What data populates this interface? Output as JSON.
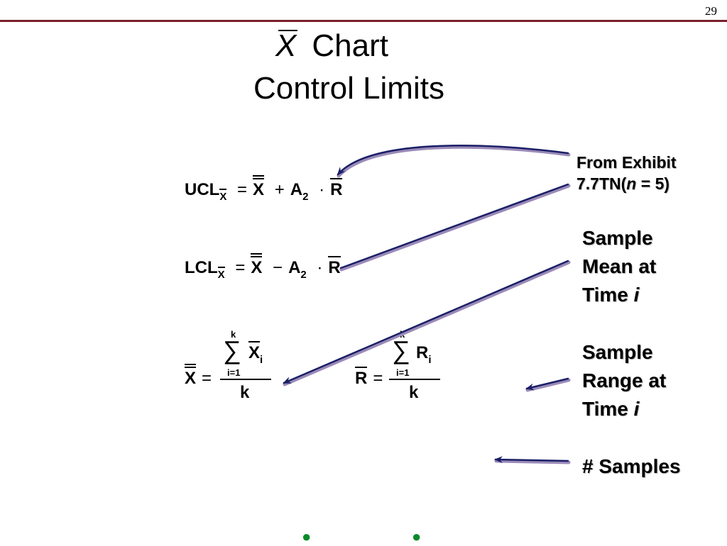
{
  "page_number": "29",
  "title": {
    "symbol": "X",
    "line1": "Chart",
    "line2": "Control Limits"
  },
  "notes": {
    "exhibit_line1": "From Exhibit",
    "exhibit_line2_a": "7.7TN(",
    "exhibit_n": "n",
    "exhibit_line2_b": " = 5)",
    "sample_mean": [
      "Sample",
      "Mean at",
      "Time"
    ],
    "sample_range": [
      "Sample",
      "Range at",
      "Time"
    ],
    "time_var": "i",
    "samples": "# Samples"
  },
  "equations": {
    "ucl_label": "UCL",
    "lcl_label": "LCL",
    "x": "X",
    "r": "R",
    "a": "A",
    "two": "2",
    "plus": "+",
    "minus": "−",
    "equals": "=",
    "cdot": "·",
    "sum": "∑",
    "k": "k",
    "i": "i",
    "i_eq_1": "i=1"
  },
  "colors": {
    "arrow": "#1a1f66",
    "arrow_shadow": "#9a8ab8",
    "rule": "#7a1f2b",
    "bullet": "#0a8a2a"
  }
}
